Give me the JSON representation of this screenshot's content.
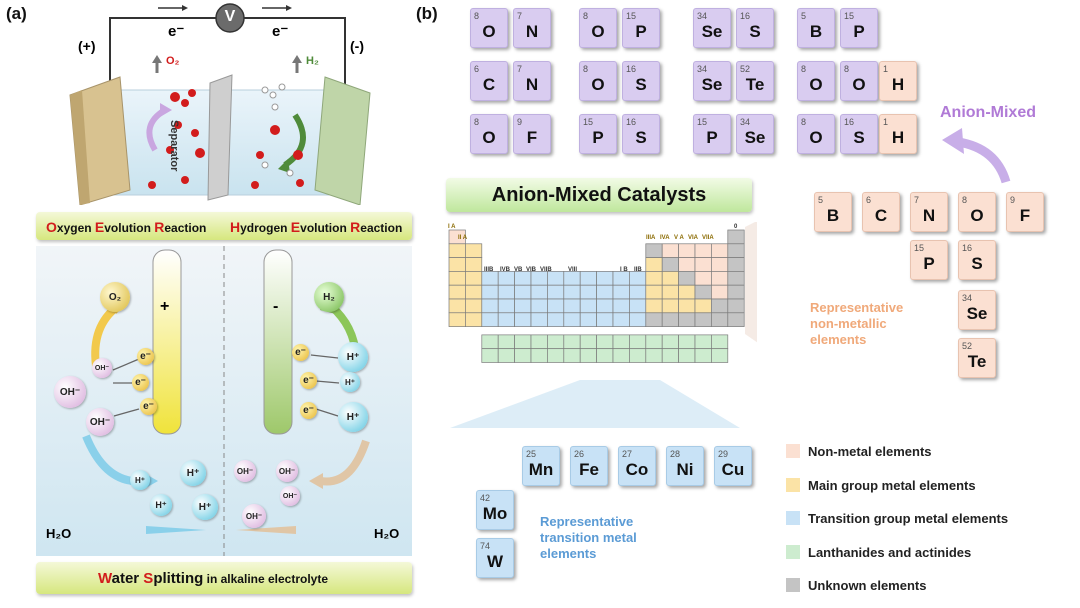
{
  "panel_a": {
    "label": "(a)",
    "circuit": {
      "electron_left": "e⁻",
      "electron_right": "e⁻",
      "meter": "V",
      "pos_terminal": "(+)",
      "neg_terminal": "(-)"
    },
    "cell": {
      "o2_label": "O₂",
      "h2_label": "H₂",
      "separator": "Separator"
    },
    "reactions_banner": {
      "oer": [
        {
          "t": "O",
          "red": true
        },
        {
          "t": "xygen ",
          "red": false
        },
        {
          "t": "E",
          "red": true
        },
        {
          "t": "volution ",
          "red": false
        },
        {
          "t": "R",
          "red": true
        },
        {
          "t": "eaction",
          "red": false
        }
      ],
      "her": [
        {
          "t": "H",
          "red": true
        },
        {
          "t": "ydrogen ",
          "red": false
        },
        {
          "t": "E",
          "red": true
        },
        {
          "t": "volution ",
          "red": false
        },
        {
          "t": "R",
          "red": true
        },
        {
          "t": "eaction",
          "red": false
        }
      ]
    },
    "electrolysis": {
      "anode_sign": "+",
      "cathode_sign": "-",
      "o2": "O₂",
      "h2": "H₂",
      "oh": "OH⁻",
      "oh_small": "OH⁻",
      "e": "e⁻",
      "h_plus": "H⁺",
      "water_left": "H₂O",
      "water_right": "H₂O"
    },
    "water_splitting": {
      "w": "W",
      "ater": "ater ",
      "s": "S",
      "plitting": "plitting",
      "suffix": " in alkaline electrolyte"
    }
  },
  "panel_b": {
    "label": "(b)",
    "anion_pairs": [
      [
        {
          "n": "8",
          "s": "O",
          "c": "purple"
        },
        {
          "n": "7",
          "s": "N",
          "c": "purple"
        }
      ],
      [
        {
          "n": "8",
          "s": "O",
          "c": "purple"
        },
        {
          "n": "15",
          "s": "P",
          "c": "purple"
        }
      ],
      [
        {
          "n": "34",
          "s": "Se",
          "c": "purple"
        },
        {
          "n": "16",
          "s": "S",
          "c": "purple"
        }
      ],
      [
        {
          "n": "5",
          "s": "B",
          "c": "purple"
        },
        {
          "n": "15",
          "s": "P",
          "c": "purple"
        }
      ],
      [
        {
          "n": "6",
          "s": "C",
          "c": "purple"
        },
        {
          "n": "7",
          "s": "N",
          "c": "purple"
        }
      ],
      [
        {
          "n": "8",
          "s": "O",
          "c": "purple"
        },
        {
          "n": "16",
          "s": "S",
          "c": "purple"
        }
      ],
      [
        {
          "n": "34",
          "s": "Se",
          "c": "purple"
        },
        {
          "n": "52",
          "s": "Te",
          "c": "purple"
        }
      ],
      [
        {
          "n": "8",
          "s": "O",
          "c": "purple"
        },
        {
          "n": "8",
          "s": "O",
          "c": "purple"
        },
        {
          "n": "1",
          "s": "H",
          "c": "peach"
        }
      ],
      [
        {
          "n": "8",
          "s": "O",
          "c": "purple"
        },
        {
          "n": "9",
          "s": "F",
          "c": "purple"
        }
      ],
      [
        {
          "n": "15",
          "s": "P",
          "c": "purple"
        },
        {
          "n": "16",
          "s": "S",
          "c": "purple"
        }
      ],
      [
        {
          "n": "15",
          "s": "P",
          "c": "purple"
        },
        {
          "n": "34",
          "s": "Se",
          "c": "purple"
        }
      ],
      [
        {
          "n": "8",
          "s": "O",
          "c": "purple"
        },
        {
          "n": "16",
          "s": "S",
          "c": "purple"
        },
        {
          "n": "1",
          "s": "H",
          "c": "peach"
        }
      ]
    ],
    "anion_mixed_label": "Anion-Mixed",
    "catalysts_title": "Anion-Mixed Catalysts",
    "nonmetals": [
      {
        "n": "5",
        "s": "B"
      },
      {
        "n": "6",
        "s": "C"
      },
      {
        "n": "7",
        "s": "N"
      },
      {
        "n": "8",
        "s": "O"
      },
      {
        "n": "9",
        "s": "F"
      },
      {
        "n": "15",
        "s": "P"
      },
      {
        "n": "16",
        "s": "S"
      },
      {
        "n": "34",
        "s": "Se"
      },
      {
        "n": "52",
        "s": "Te"
      }
    ],
    "nonmetal_caption": [
      "Representative",
      "non-metallic",
      "elements"
    ],
    "transition": [
      {
        "n": "25",
        "s": "Mn"
      },
      {
        "n": "26",
        "s": "Fe"
      },
      {
        "n": "27",
        "s": "Co"
      },
      {
        "n": "28",
        "s": "Ni"
      },
      {
        "n": "29",
        "s": "Cu"
      },
      {
        "n": "42",
        "s": "Mo"
      },
      {
        "n": "74",
        "s": "W"
      }
    ],
    "transition_caption": [
      "Representative",
      "transition metal",
      "elements"
    ],
    "periodic_table": {
      "group_labels": {
        "ia": "I A",
        "iia": "II A",
        "iiib": "IIIB",
        "ivb": "IVB",
        "vb": "VB",
        "vib": "VIB",
        "viib": "VIIB",
        "viii": "VIII",
        "ib": "I B",
        "iib": "IIB",
        "iiia": "IIIA",
        "iva": "IVA",
        "va": "V A",
        "via": "VIA",
        "viia": "VIIA",
        "zero": "0"
      }
    },
    "legend": [
      {
        "label": "Non-metal elements",
        "color": "#fbe0d2"
      },
      {
        "label": "Main group metal elements",
        "color": "#fbe3a6"
      },
      {
        "label": "Transition group metal elements",
        "color": "#c8e2f6"
      },
      {
        "label": "Lanthanides and actinides",
        "color": "#cdeccf"
      },
      {
        "label": "Unknown elements",
        "color": "#c4c4c4"
      }
    ]
  }
}
